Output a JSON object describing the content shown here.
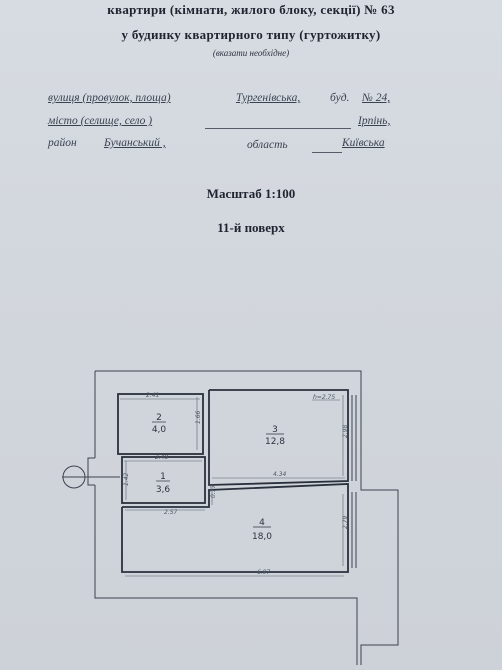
{
  "header": {
    "line1": "квартири (кімнати, жилого блоку, секції) № 63",
    "line2": "у будинку квартирного типу (гуртожитку)",
    "hint": "(вказати необхідне)"
  },
  "address": {
    "street_label": "вулиця (провулок, площа)",
    "street_value": "Тургенівська,",
    "building_label": "буд.",
    "building_value": "№ 24,",
    "city_label": "місто (селище, село )",
    "city_value": "Ірпінь,",
    "district_label": "район",
    "district_value": "Бучанський ,",
    "region_label": "область",
    "region_value": "Київська"
  },
  "scale_text": "Масштаб 1:100",
  "floor_text": "11-й поверх",
  "plan": {
    "height_label": "h=2.75",
    "rooms": [
      {
        "number": "2",
        "area": "4,0"
      },
      {
        "number": "3",
        "area": "12,8"
      },
      {
        "number": "1",
        "area": "3,6"
      },
      {
        "number": "4",
        "area": "18,0"
      }
    ],
    "dimensions": {
      "room2_top": "2.41",
      "room2_side": "1.66",
      "room2_bottom": "2.48",
      "room1_side": "1.42",
      "room1_bottom": "2.57",
      "room3_side": "2.98",
      "room3_bottom": "4.34",
      "room3_left": "0.77",
      "room4_side": "2.79",
      "room4_bottom": "6.97"
    }
  }
}
